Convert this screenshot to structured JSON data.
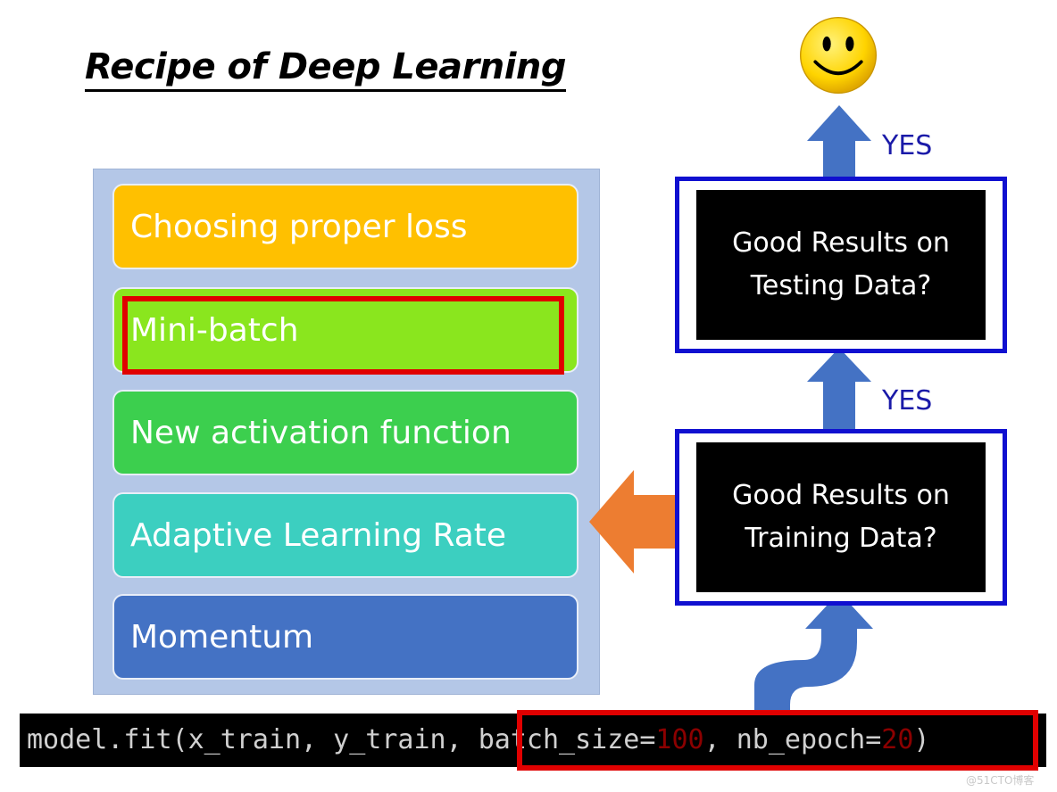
{
  "title": "Recipe of Deep Learning",
  "recipe_items": [
    {
      "label": "Choosing proper loss",
      "color": "#ffc000"
    },
    {
      "label": "Mini-batch",
      "color": "#8ae61e",
      "highlighted": true
    },
    {
      "label": "New activation function",
      "color": "#3ccf4e"
    },
    {
      "label": "Adaptive Learning Rate",
      "color": "#3ccfc0"
    },
    {
      "label": "Momentum",
      "color": "#4472c4"
    }
  ],
  "flow": {
    "testing_question": [
      "Good Results on",
      "Testing Data?"
    ],
    "training_question": [
      "Good Results on",
      "Training Data?"
    ],
    "yes_top": "YES",
    "yes_middle": "YES"
  },
  "code": {
    "prefix": "model.fit(x_train, y_train, ",
    "batch_label": "batch_size=",
    "batch_value": "100",
    "sep": ", ",
    "epoch_label": "nb_epoch=",
    "epoch_value": "20",
    "suffix": ")"
  },
  "watermark": "@51CTO博客",
  "colors": {
    "highlight_red": "#e00000",
    "flow_border_blue": "#1010d0",
    "arrow_blue": "#4472c4",
    "arrow_orange": "#ed7d31",
    "panel_bg": "#b4c7e7"
  }
}
